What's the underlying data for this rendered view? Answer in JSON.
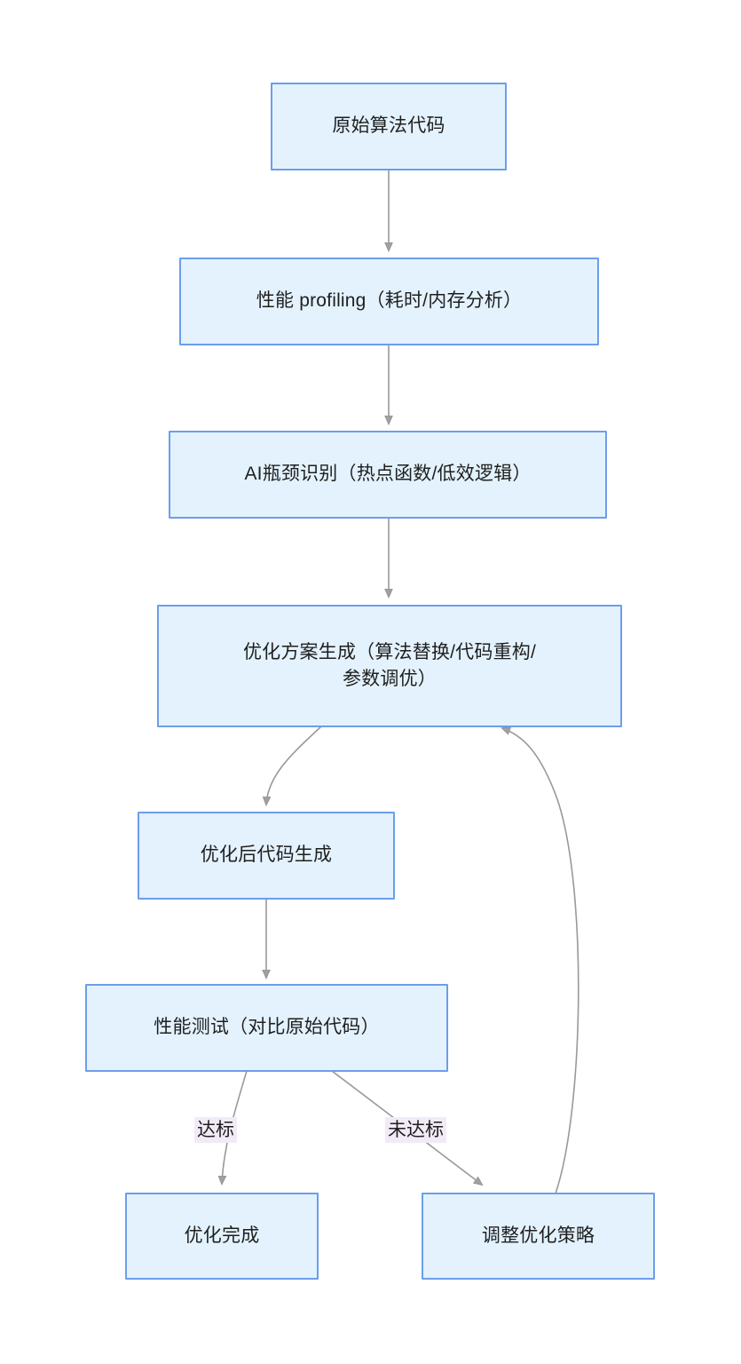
{
  "diagram": {
    "type": "flowchart",
    "direction": "top-to-bottom",
    "theme": {
      "node_fill": "#e3f2fd",
      "node_border": "#6c9eeb",
      "edge_stroke": "#999999",
      "edge_label_bg": "#f3eaf7",
      "text_color": "#1f1f1f",
      "background": "#ffffff"
    },
    "nodes": [
      {
        "id": "n1",
        "label": "原始算法代码"
      },
      {
        "id": "n2",
        "label": "性能 profiling（耗时/内存分析）"
      },
      {
        "id": "n3",
        "label": "AI瓶颈识别（热点函数/低效逻辑）"
      },
      {
        "id": "n4",
        "label": "优化方案生成（算法替换/代码重构/\n参数调优）"
      },
      {
        "id": "n5",
        "label": "优化后代码生成"
      },
      {
        "id": "n6",
        "label": "性能测试（对比原始代码）"
      },
      {
        "id": "n7",
        "label": "优化完成"
      },
      {
        "id": "n8",
        "label": "调整优化策略"
      }
    ],
    "edges": [
      {
        "from": "n1",
        "to": "n2",
        "label": ""
      },
      {
        "from": "n2",
        "to": "n3",
        "label": ""
      },
      {
        "from": "n3",
        "to": "n4",
        "label": ""
      },
      {
        "from": "n4",
        "to": "n5",
        "label": ""
      },
      {
        "from": "n5",
        "to": "n6",
        "label": ""
      },
      {
        "from": "n6",
        "to": "n7",
        "label": "达标"
      },
      {
        "from": "n6",
        "to": "n8",
        "label": "未达标"
      },
      {
        "from": "n8",
        "to": "n4",
        "label": ""
      }
    ],
    "edge_labels": {
      "pass": "达标",
      "fail": "未达标"
    }
  }
}
